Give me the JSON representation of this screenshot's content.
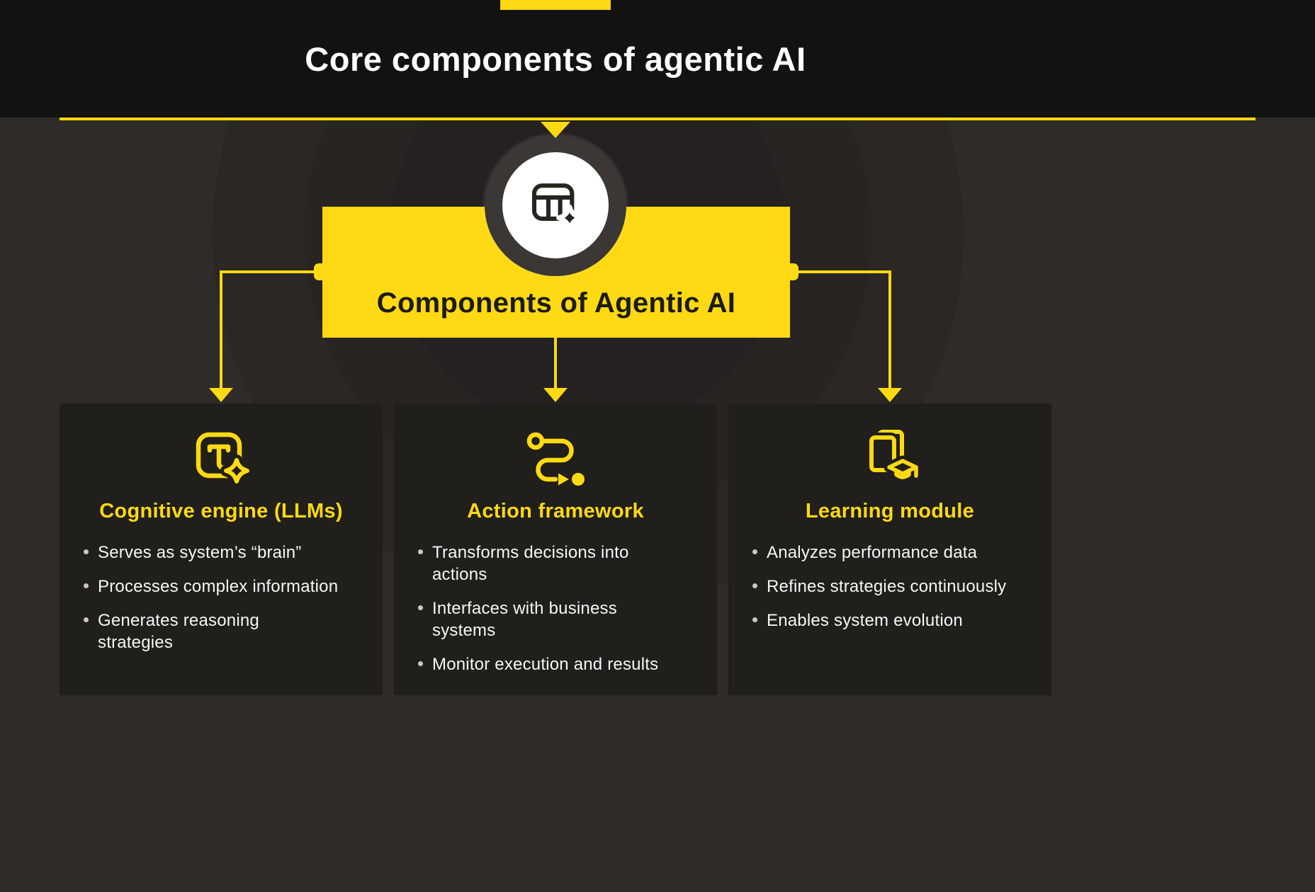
{
  "colors": {
    "accent": "#FFD913",
    "page-bg": "#2E2B28",
    "header-bg": "#121211",
    "card-bg": "#201F1C",
    "text-light": "#F7F6F3",
    "text-dark": "#1C1B18",
    "ring": "#3A3734",
    "bullet-dot": "#CBC8C1"
  },
  "header": {
    "title": "Core components of agentic AI"
  },
  "hub": {
    "label": "Components of Agentic AI",
    "icon": "table-sparkle-icon"
  },
  "cards": [
    {
      "icon": "text-sparkle-icon",
      "title": "Cognitive engine (LLMs)",
      "bullets": [
        "Serves as system’s “brain”",
        "Processes complex information",
        "Generates reasoning\nstrategies"
      ]
    },
    {
      "icon": "route-arrow-icon",
      "title": "Action framework",
      "bullets": [
        "Transforms decisions into\nactions",
        "Interfaces with business\nsystems",
        "Monitor execution and results"
      ]
    },
    {
      "icon": "book-graduation-icon",
      "title": "Learning module",
      "bullets": [
        "Analyzes performance data",
        "Refines strategies continuously",
        "Enables system evolution"
      ]
    }
  ]
}
